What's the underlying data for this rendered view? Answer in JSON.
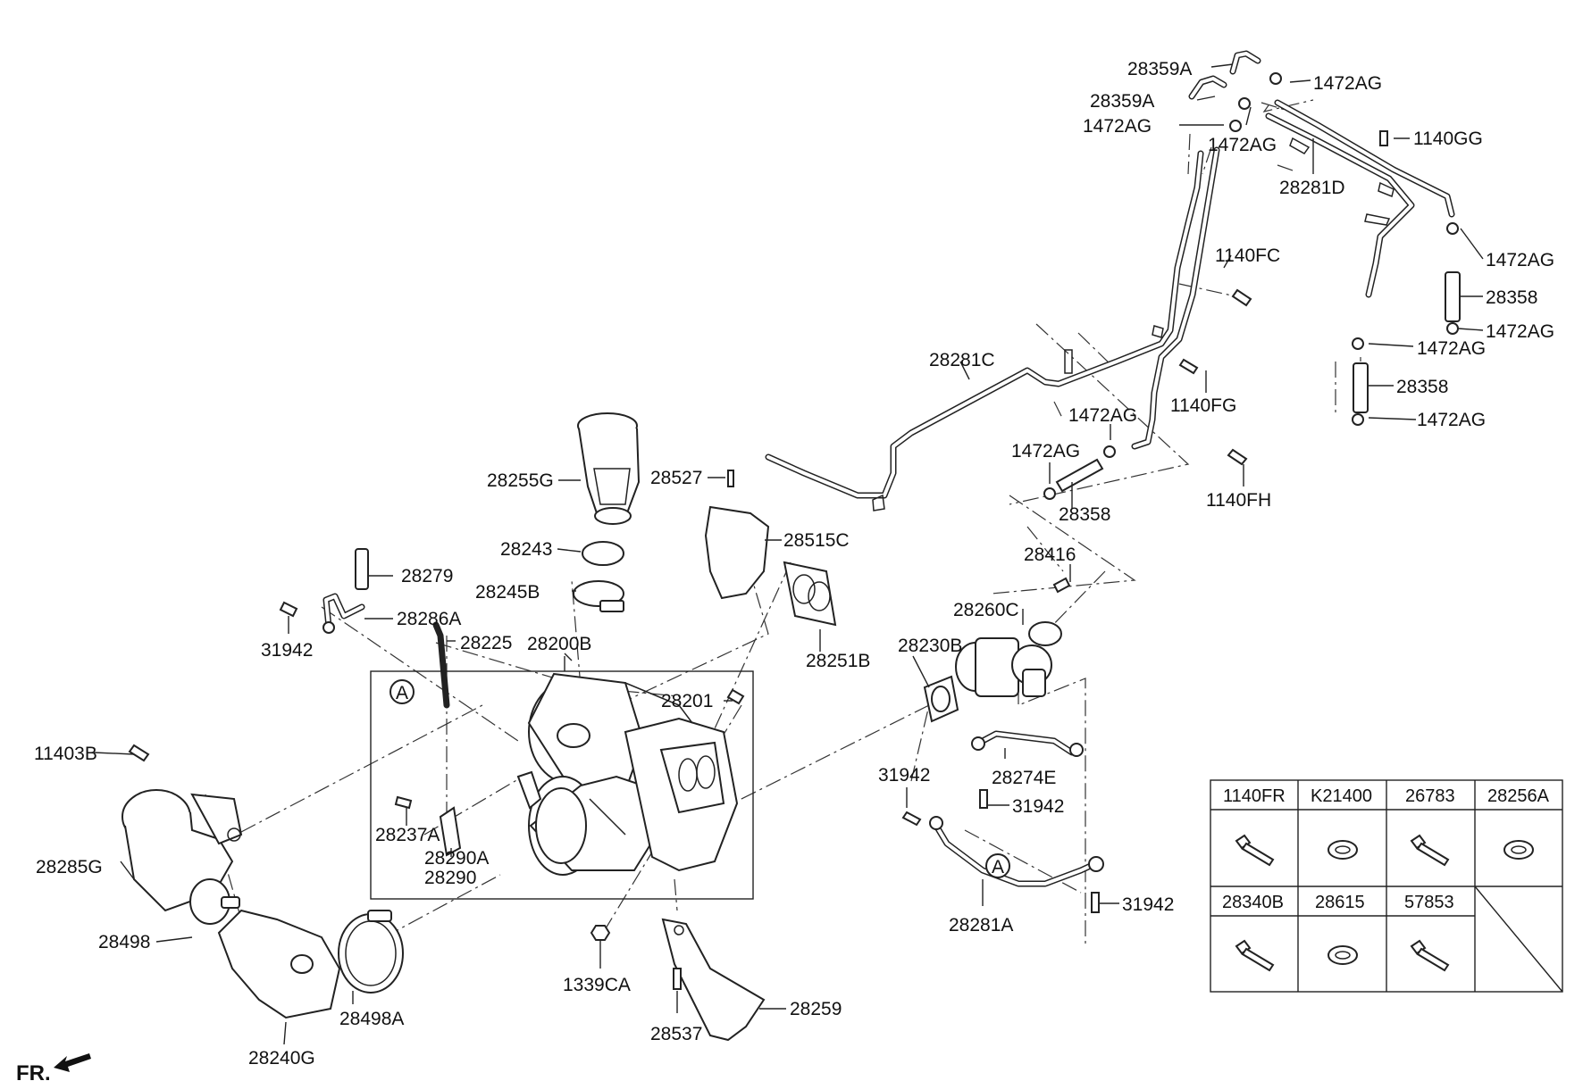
{
  "front_label": "FR.",
  "callouts": [
    {
      "id": "c-28359A-1",
      "text": "28359A"
    },
    {
      "id": "c-1472AG-1",
      "text": "1472AG"
    },
    {
      "id": "c-28359A-2",
      "text": "28359A"
    },
    {
      "id": "c-1472AG-2",
      "text": "1472AG"
    },
    {
      "id": "c-1472AG-3",
      "text": "1472AG"
    },
    {
      "id": "c-1140GG",
      "text": "1140GG"
    },
    {
      "id": "c-28281D",
      "text": "28281D"
    },
    {
      "id": "c-1472AG-4",
      "text": "1472AG"
    },
    {
      "id": "c-1140FC",
      "text": "1140FC"
    },
    {
      "id": "c-28358-1",
      "text": "28358"
    },
    {
      "id": "c-1472AG-5",
      "text": "1472AG"
    },
    {
      "id": "c-1472AG-6",
      "text": "1472AG"
    },
    {
      "id": "c-28358-2",
      "text": "28358"
    },
    {
      "id": "c-1472AG-7",
      "text": "1472AG"
    },
    {
      "id": "c-28281C",
      "text": "28281C"
    },
    {
      "id": "c-1140FG",
      "text": "1140FG"
    },
    {
      "id": "c-1472AG-8",
      "text": "1472AG"
    },
    {
      "id": "c-1472AG-9",
      "text": "1472AG"
    },
    {
      "id": "c-1140FH",
      "text": "1140FH"
    },
    {
      "id": "c-28358-3",
      "text": "28358"
    },
    {
      "id": "c-28255G",
      "text": "28255G"
    },
    {
      "id": "c-28527",
      "text": "28527"
    },
    {
      "id": "c-28515C",
      "text": "28515C"
    },
    {
      "id": "c-28243",
      "text": "28243"
    },
    {
      "id": "c-28279",
      "text": "28279"
    },
    {
      "id": "c-28245B",
      "text": "28245B"
    },
    {
      "id": "c-28416",
      "text": "28416"
    },
    {
      "id": "c-28286A",
      "text": "28286A"
    },
    {
      "id": "c-28260C",
      "text": "28260C"
    },
    {
      "id": "c-31942-1",
      "text": "31942"
    },
    {
      "id": "c-28225",
      "text": "28225"
    },
    {
      "id": "c-28200B",
      "text": "28200B"
    },
    {
      "id": "c-28251B",
      "text": "28251B"
    },
    {
      "id": "c-28230B",
      "text": "28230B"
    },
    {
      "id": "c-28201",
      "text": "28201"
    },
    {
      "id": "c-11403B",
      "text": "11403B"
    },
    {
      "id": "c-28274E",
      "text": "28274E"
    },
    {
      "id": "c-31942-2",
      "text": "31942"
    },
    {
      "id": "c-31942-3",
      "text": "31942"
    },
    {
      "id": "c-28237A",
      "text": "28237A"
    },
    {
      "id": "c-28290A",
      "text": "28290A"
    },
    {
      "id": "c-28290",
      "text": "28290"
    },
    {
      "id": "c-28285G",
      "text": "28285G"
    },
    {
      "id": "c-28281A",
      "text": "28281A"
    },
    {
      "id": "c-31942-4",
      "text": "31942"
    },
    {
      "id": "c-28498",
      "text": "28498"
    },
    {
      "id": "c-1339CA",
      "text": "1339CA"
    },
    {
      "id": "c-28498A",
      "text": "28498A"
    },
    {
      "id": "c-28259",
      "text": "28259"
    },
    {
      "id": "c-28537",
      "text": "28537"
    },
    {
      "id": "c-28240G",
      "text": "28240G"
    }
  ],
  "ref_markers": [
    "A",
    "A"
  ],
  "parts_table": {
    "row1": [
      "1140FR",
      "K21400",
      "26783",
      "28256A"
    ],
    "row2": [
      "28340B",
      "28615",
      "57853"
    ],
    "row1_icons": [
      "bolt-icon",
      "washer-icon",
      "bolt-icon",
      "washer-icon"
    ],
    "row2_icons": [
      "bolt-icon",
      "washer-icon",
      "bolt-icon"
    ]
  }
}
